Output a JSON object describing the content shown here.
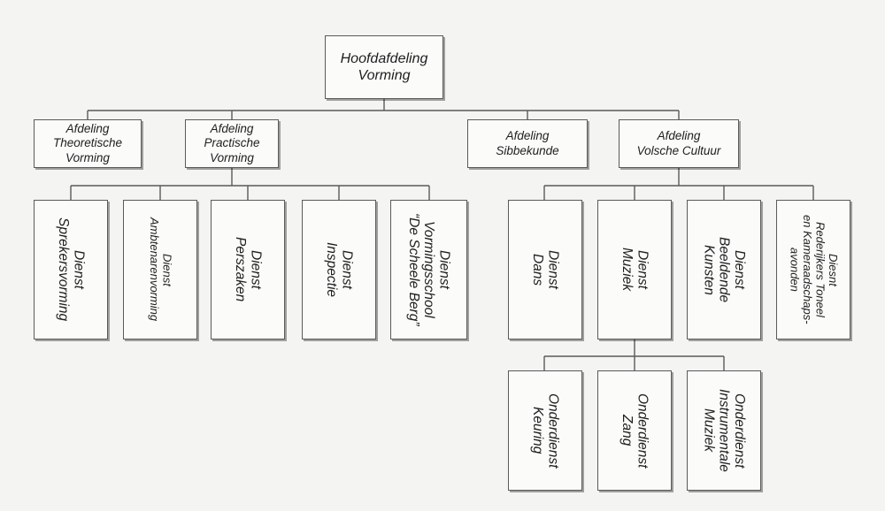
{
  "root": [
    "Hoofdafdeling",
    "Vorming"
  ],
  "departments": {
    "theoretische": [
      "Afdeling",
      "Theoretische",
      "Vorming"
    ],
    "practische": [
      "Afdeling",
      "Practische",
      "Vorming"
    ],
    "sibbekunde": [
      "Afdeling",
      "Sibbekunde"
    ],
    "volsche": [
      "Afdeling",
      "Volsche Cultuur"
    ]
  },
  "services": {
    "sprekersvorming": [
      "Dienst",
      "Sprekersvorming"
    ],
    "ambtenarenvorming": [
      "Dienst",
      "Ambtenarenvorming"
    ],
    "perszaken": [
      "Dienst",
      "Perszaken"
    ],
    "inspectie": [
      "Dienst",
      "Inspectie"
    ],
    "vormingsschool": [
      "Dienst",
      "Vormingsschool",
      "“De Scheele Berg”"
    ],
    "dans": [
      "Dienst",
      "Dans"
    ],
    "muziek": [
      "Dienst",
      "Muziek"
    ],
    "beeldende": [
      "Dienst",
      "Beeldende",
      "Kunsten"
    ],
    "rederijkers": [
      "Diesnt",
      "Rederijkers Toneel",
      "en Kameraadschaps-",
      "avonden"
    ]
  },
  "subservices": {
    "keuring": [
      "Onderdienst",
      "Keuring"
    ],
    "zang": [
      "Onderdienst",
      "Zang"
    ],
    "instrumentale": [
      "Onderdienst",
      "Instrumentale",
      "Muziek"
    ]
  }
}
